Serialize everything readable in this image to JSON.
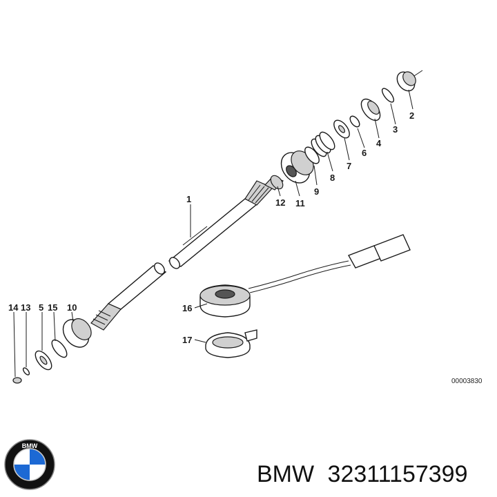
{
  "diagram": {
    "callouts": [
      "1",
      "2",
      "3",
      "4",
      "6",
      "7",
      "8",
      "9",
      "11",
      "12",
      "14",
      "13",
      "5",
      "15",
      "10",
      "16",
      "17"
    ],
    "reference_code": "00003830"
  },
  "caption": {
    "brand": "BMW",
    "part_number": "32311157399"
  },
  "logo": {
    "text": "BMW",
    "colors": {
      "blue": "#1c69d4",
      "ring": "#111111",
      "white": "#ffffff"
    }
  }
}
